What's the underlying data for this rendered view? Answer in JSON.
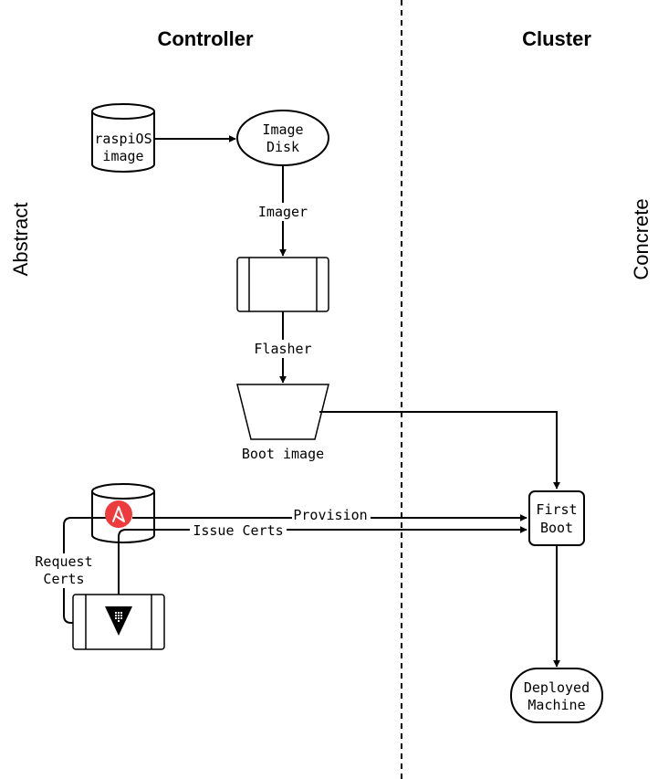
{
  "columns": {
    "left": "Controller",
    "right": "Cluster"
  },
  "side_labels": {
    "left": "Abstract",
    "right": "Concrete"
  },
  "nodes": {
    "raspios": [
      "raspiOS",
      "image"
    ],
    "image_disk": [
      "Image",
      "Disk"
    ],
    "boot_image": "Boot image",
    "first_boot": [
      "First",
      "Boot"
    ],
    "deployed": [
      "Deployed",
      "Machine"
    ]
  },
  "edges": {
    "imager": "Imager",
    "flasher": "Flasher",
    "provision": "Provision",
    "issue_certs": "Issue Certs",
    "request_certs": [
      "Request",
      "Certs"
    ]
  },
  "icons": {
    "ansible": "ansible-icon",
    "vault": "vault-icon"
  },
  "colors": {
    "ansible": "#ee3b3b",
    "stroke": "#000000"
  }
}
